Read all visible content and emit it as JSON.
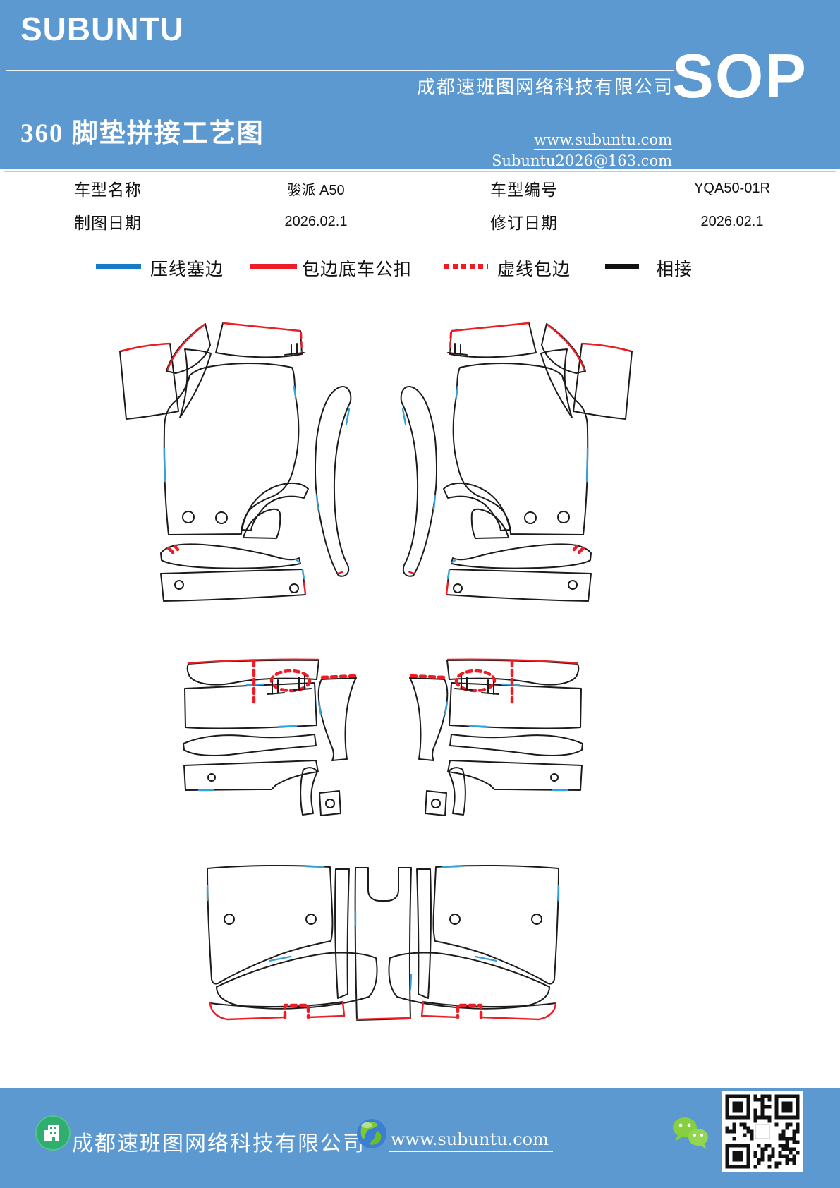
{
  "header": {
    "logo": "SUBUNTU",
    "company": "成都速班图网络科技有限公司",
    "badge": "SOP",
    "title": "360 脚垫拼接工艺图",
    "website": "www.subuntu.com",
    "email": "Subuntu2026@163.com"
  },
  "info_table": {
    "rows": [
      {
        "c0": "车型名称",
        "c1": "骏派 A50",
        "c2": "车型编号",
        "c3": "YQA50-01R"
      },
      {
        "c0": "制图日期",
        "c1": "2026.02.1",
        "c2": "修订日期",
        "c3": "2026.02.1"
      }
    ]
  },
  "legend": {
    "items": [
      {
        "label": "压线塞边",
        "color": "#147cc6",
        "style": "solid"
      },
      {
        "label": "包边底车公扣",
        "color": "#ee1c25",
        "style": "solid"
      },
      {
        "label": "虚线包边",
        "color": "#ee1c25",
        "style": "dashed"
      },
      {
        "label": "相接",
        "color": "#111111",
        "style": "solid"
      }
    ]
  },
  "diagram": {
    "outline_color": "#1b1b1b",
    "accent_red": "#ee1c25",
    "accent_blue": "#36a0d9"
  },
  "footer": {
    "company": "成都速班图网络科技有限公司",
    "website": "www.subuntu.com"
  },
  "colors": {
    "band_blue": "#5b99d0"
  }
}
